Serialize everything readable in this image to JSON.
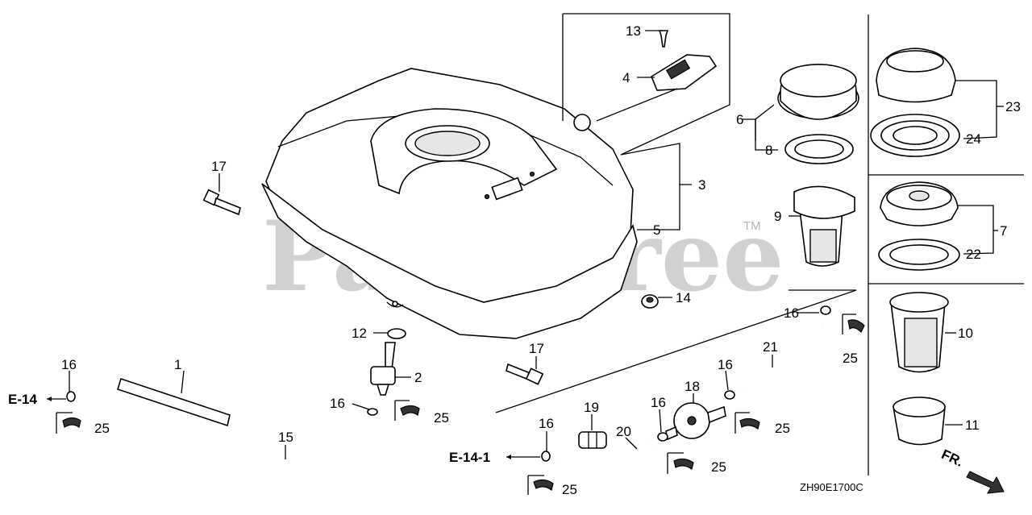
{
  "watermark": {
    "text": "PartsTree",
    "tm": "TM"
  },
  "diagram_code": "ZH90E1700C",
  "refs": {
    "e14": "E-14",
    "e14_1": "E-14-1",
    "fr": "FR."
  },
  "callouts": {
    "p1": "1",
    "p2": "2",
    "p3": "3",
    "p4": "4",
    "p5": "5",
    "p6": "6",
    "p7": "7",
    "p8": "8",
    "p9": "9",
    "p10": "10",
    "p11": "11",
    "p12": "12",
    "p13": "13",
    "p14": "14",
    "p15": "15",
    "p16a": "16",
    "p16b": "16",
    "p16c": "16",
    "p16d": "16",
    "p16e": "16",
    "p16f": "16",
    "p17a": "17",
    "p17b": "17",
    "p18": "18",
    "p19": "19",
    "p20": "20",
    "p21": "21",
    "p22": "22",
    "p23": "23",
    "p24": "24",
    "p25a": "25",
    "p25b": "25",
    "p25c": "25",
    "p25d": "25",
    "p25e": "25",
    "p25f": "25"
  },
  "colors": {
    "line": "#000000",
    "background": "#ffffff",
    "watermark": "#b0b0b0"
  }
}
